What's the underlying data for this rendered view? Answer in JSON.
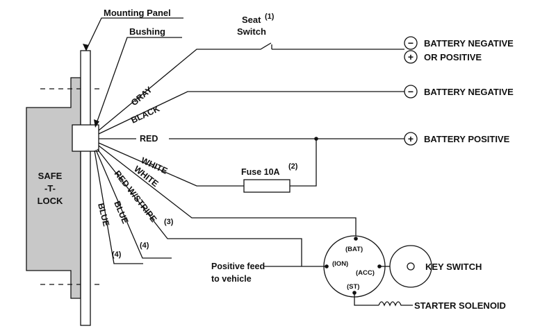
{
  "labels": {
    "mounting_panel": "Mounting Panel",
    "bushing": "Bushing",
    "seat_switch_line1": "Seat",
    "seat_switch_line2": "Switch",
    "seat_switch_note": "(1)",
    "fuse": "Fuse 10A",
    "fuse_note": "(2)",
    "red_stripe_note": "(3)",
    "blue_note_a": "(4)",
    "blue_note_b": "(4)",
    "positive_feed_line1": "Positive feed",
    "positive_feed_line2": "to vehicle",
    "key_switch": "KEY SWITCH",
    "starter_solenoid": "STARTER SOLENOID",
    "safe_line1": "SAFE",
    "safe_line2": "-T-",
    "safe_line3": "LOCK"
  },
  "terminals": [
    {
      "id": "t1",
      "symbol": "−",
      "label": "BATTERY NEGATIVE"
    },
    {
      "id": "t2",
      "symbol": "+",
      "label": "OR POSITIVE"
    },
    {
      "id": "t3",
      "symbol": "−",
      "label": "BATTERY NEGATIVE"
    },
    {
      "id": "t4",
      "symbol": "+",
      "label": "BATTERY POSITIVE"
    }
  ],
  "wires": {
    "gray": "GRAY",
    "black": "BLACK",
    "red": "RED",
    "white1": "WHITE",
    "white2": "WHITE",
    "red_stripe": "RED W/STRIPE",
    "blue1": "BLUE",
    "blue2": "BLUE"
  },
  "key_terminals": {
    "bat": "(BAT)",
    "ion": "(ION)",
    "acc": "(ACC)",
    "st": "(ST)"
  },
  "colors": {
    "line": "#111111",
    "module_fill": "#c8c8c8",
    "background": "#ffffff"
  }
}
